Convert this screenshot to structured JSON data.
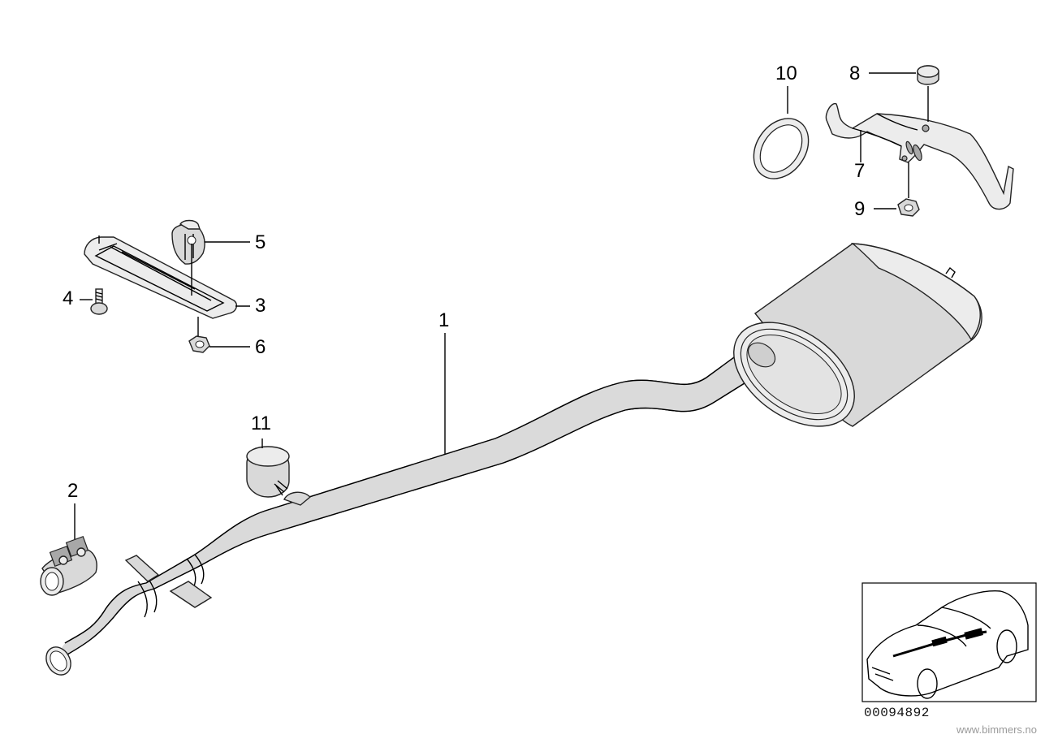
{
  "callouts": {
    "c1": "1",
    "c2": "2",
    "c3": "3",
    "c4": "4",
    "c5": "5",
    "c6": "6",
    "c7": "7",
    "c8": "8",
    "c9": "9",
    "c10": "10",
    "c11": "11"
  },
  "diagram_code": "00094892",
  "watermark": "www.bimmers.no",
  "colors": {
    "line": "#000000",
    "part_fill": "#d9d9d9",
    "part_light": "#ececec",
    "background": "#ffffff"
  }
}
